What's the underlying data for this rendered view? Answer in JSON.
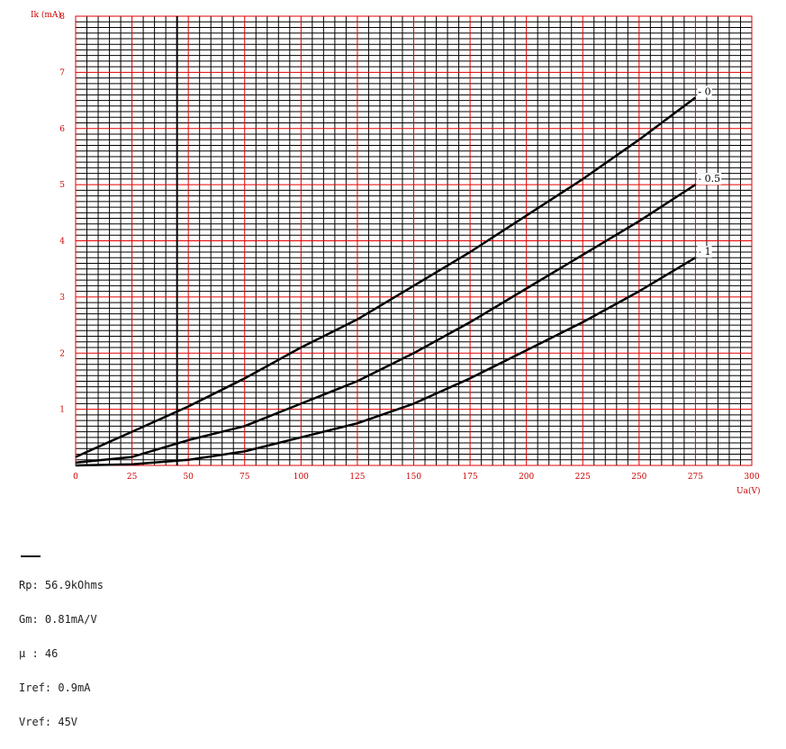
{
  "chart_data": {
    "type": "line",
    "ylabel": "Ik (mA)",
    "xlabel": "Ua(V)",
    "xlim": [
      0,
      300
    ],
    "ylim": [
      0,
      8
    ],
    "x_ticks": [
      "0",
      "25",
      "50",
      "75",
      "100",
      "125",
      "150",
      "175",
      "200",
      "225",
      "250",
      "275",
      "300"
    ],
    "y_ticks": [
      "1",
      "2",
      "3",
      "4",
      "5",
      "6",
      "7",
      "8"
    ],
    "grid": true,
    "reference_line_x": 45,
    "series": [
      {
        "name": "- 0",
        "x": [
          0,
          25,
          50,
          75,
          100,
          125,
          150,
          175,
          200,
          225,
          250,
          275
        ],
        "y": [
          0.15,
          0.6,
          1.05,
          1.55,
          2.1,
          2.6,
          3.2,
          3.8,
          4.45,
          5.1,
          5.8,
          6.55
        ]
      },
      {
        "name": "- 0.5",
        "x": [
          0,
          25,
          50,
          75,
          100,
          125,
          150,
          175,
          200,
          225,
          250,
          275
        ],
        "y": [
          0.05,
          0.15,
          0.45,
          0.7,
          1.1,
          1.5,
          2.0,
          2.55,
          3.15,
          3.75,
          4.35,
          5.0
        ]
      },
      {
        "name": "- 1",
        "x": [
          0,
          25,
          50,
          75,
          100,
          125,
          150,
          175,
          200,
          225,
          250,
          275
        ],
        "y": [
          0.0,
          0.02,
          0.1,
          0.25,
          0.5,
          0.75,
          1.1,
          1.55,
          2.05,
          2.55,
          3.1,
          3.7
        ]
      }
    ]
  },
  "params": {
    "rp": "Rp: 56.9kOhms",
    "gm": "Gm: 0.81mA/V",
    "mu": "μ : 46",
    "iref": "Iref: 0.9mA",
    "vref": "Vref: 45V"
  }
}
